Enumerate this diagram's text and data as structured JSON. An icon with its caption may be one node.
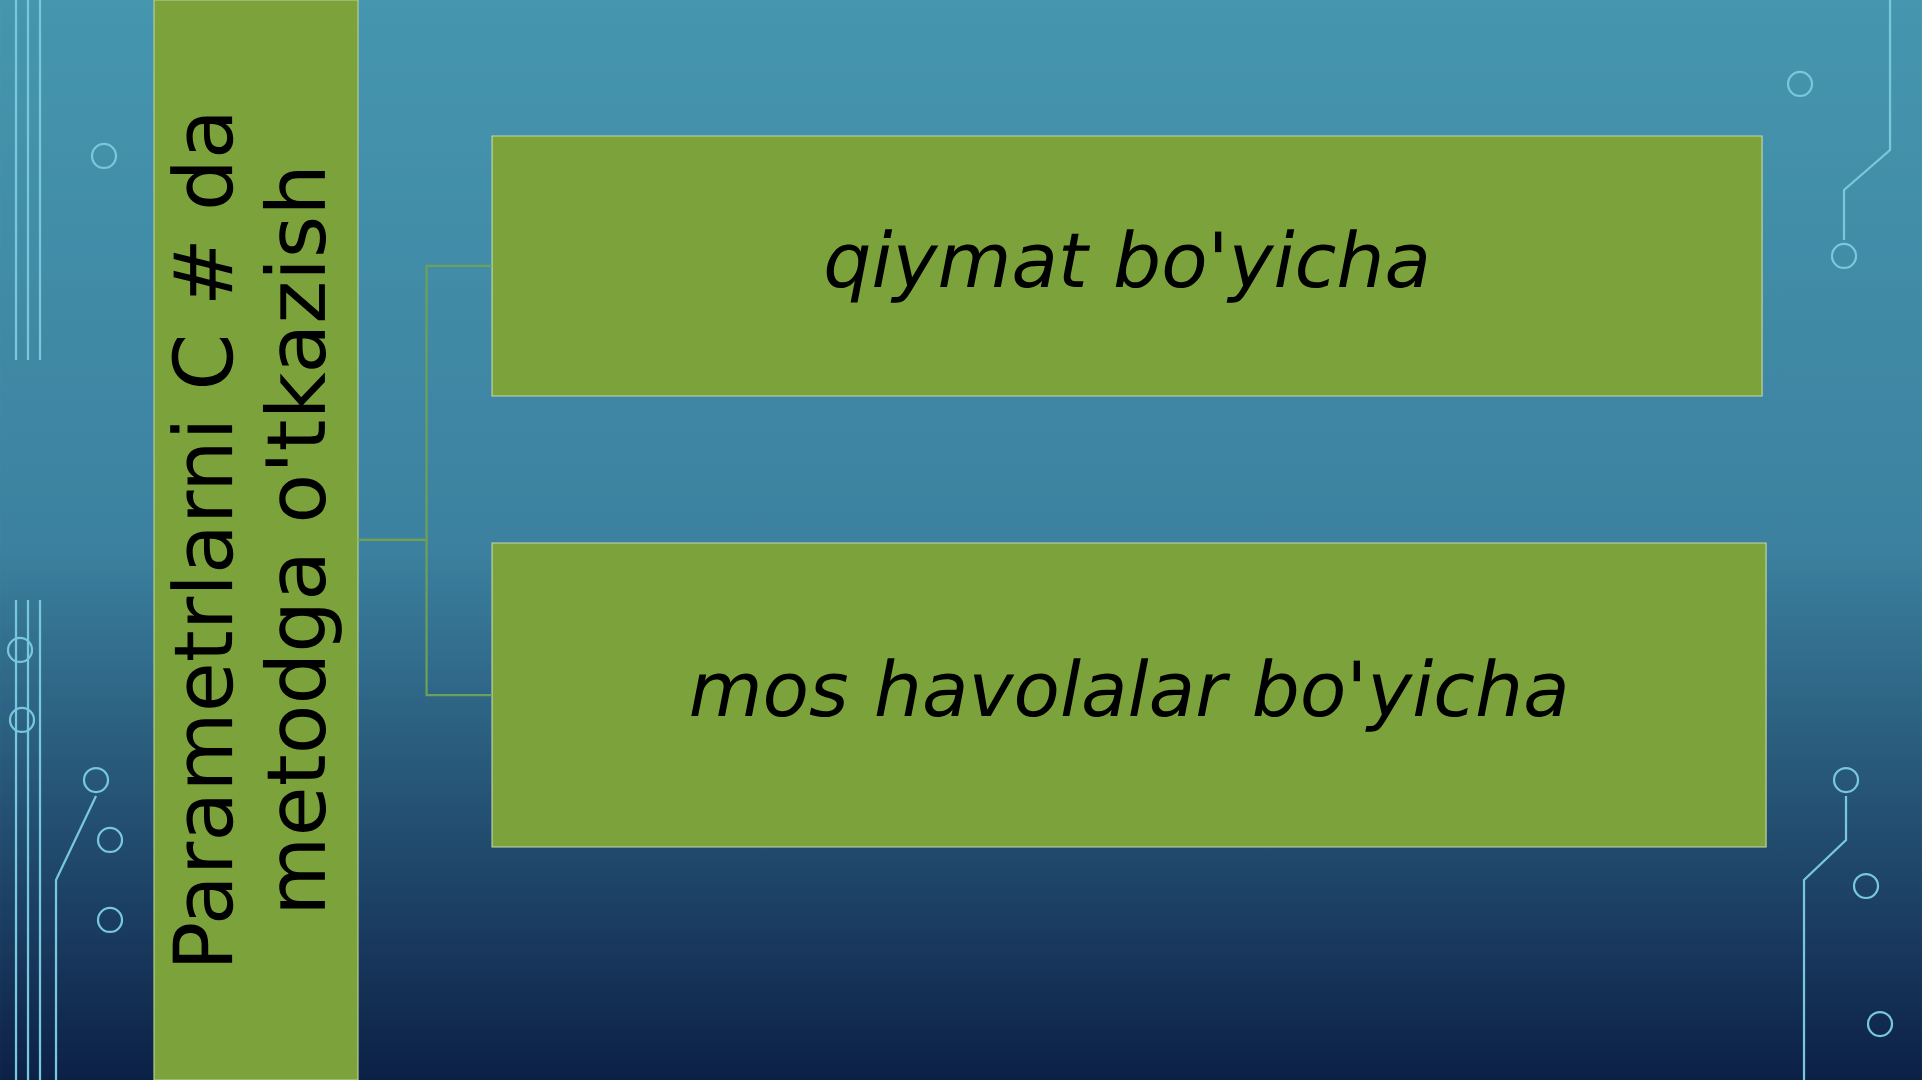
{
  "diagram": {
    "nodes": [
      {
        "text": [
          "Parametrlarni C # da metodga o'tkazish"
        ]
      },
      {
        "text": [
          "qiymat bo'yicha"
        ]
      },
      {
        "text": [
          "mos havolalar bo'yicha"
        ]
      }
    ],
    "edges": [
      {
        "from": 0,
        "to": 1,
        "arrow": "none"
      },
      {
        "from": 0,
        "to": 2,
        "arrow": "none"
      }
    ]
  }
}
